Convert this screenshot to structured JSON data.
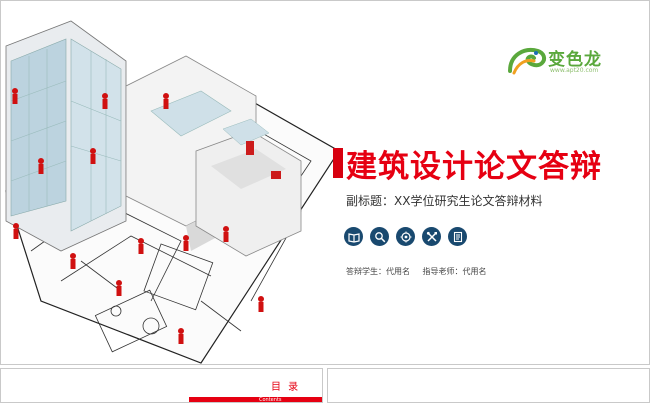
{
  "slide": {
    "logo": {
      "name": "变色龙",
      "url": "www.apt20.com"
    },
    "title": "建筑设计论文答辩",
    "subtitle": "副标题：XX学位研究生论文答辩材料",
    "icons": [
      "book-icon",
      "search-icon",
      "target-icon",
      "tools-icon",
      "document-icon"
    ],
    "credits": {
      "student": "答辩学生：代用名",
      "advisor": "指导老师：代用名"
    }
  },
  "next_slides": {
    "toc_label": "目 录",
    "toc_strip": "Contents"
  },
  "colors": {
    "accent_red": "#e60012",
    "icon_navy": "#19496f",
    "logo_green": "#5aa83c"
  }
}
